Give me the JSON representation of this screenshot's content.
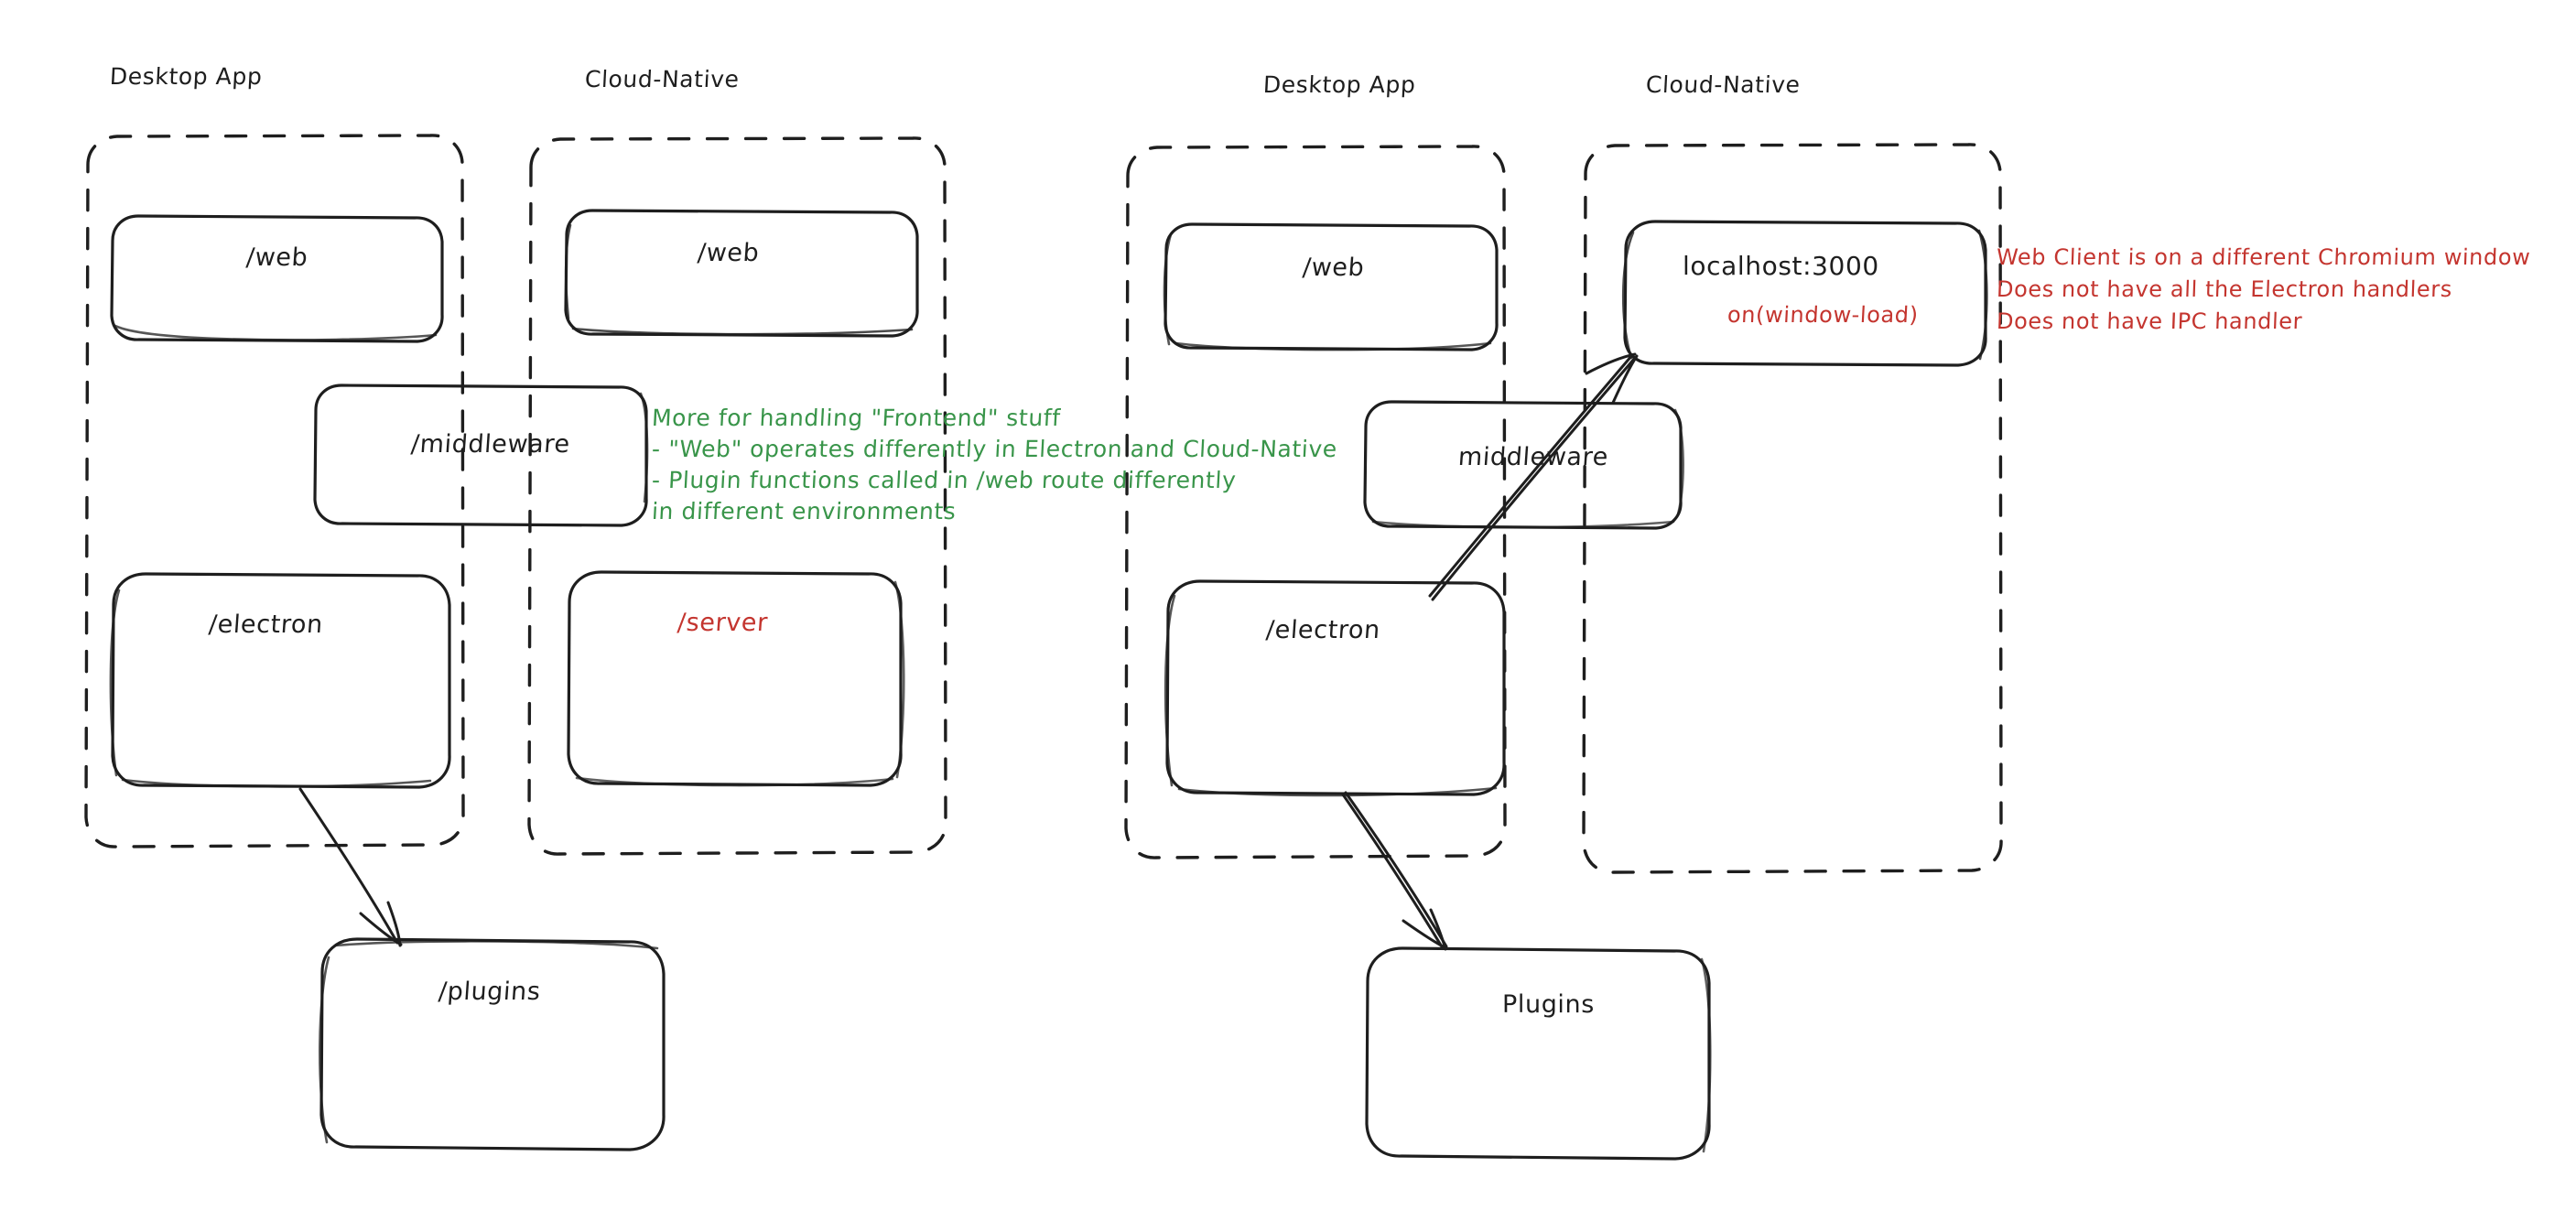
{
  "diagram": {
    "title": "Electron vs Cloud-Native architecture sketch",
    "style": "hand-drawn-excalidraw",
    "background": "#ffffff",
    "colors": {
      "ink": "#1e1e1e",
      "green": "#39954a",
      "red": "#c4352f"
    },
    "left_panel": {
      "groups": [
        {
          "id": "left-desktop",
          "title": "Desktop App"
        },
        {
          "id": "left-cloud",
          "title": "Cloud-Native"
        }
      ],
      "nodes": [
        {
          "id": "left-desktop-web",
          "label": "/web",
          "color": "ink"
        },
        {
          "id": "left-cloud-web",
          "label": "/web",
          "color": "ink"
        },
        {
          "id": "left-middleware",
          "label": "/middleware",
          "color": "ink"
        },
        {
          "id": "left-electron",
          "label": "/electron",
          "color": "ink"
        },
        {
          "id": "left-server",
          "label": "/server",
          "color": "red"
        },
        {
          "id": "left-plugins",
          "label": "/plugins",
          "color": "ink"
        }
      ],
      "note_green": [
        "More for handling \"Frontend\" stuff",
        "- \"Web\" operates differently in Electron and Cloud-Native",
        "- Plugin functions called in /web route differently",
        "in different environments"
      ],
      "arrows": [
        {
          "from": "left-electron",
          "to": "left-plugins"
        }
      ]
    },
    "right_panel": {
      "groups": [
        {
          "id": "right-desktop",
          "title": "Desktop App"
        },
        {
          "id": "right-cloud",
          "title": "Cloud-Native"
        }
      ],
      "nodes": [
        {
          "id": "right-desktop-web",
          "label": "/web",
          "color": "ink"
        },
        {
          "id": "right-localhost",
          "label": "localhost:3000",
          "sub_label": "on(window-load)",
          "color": "ink",
          "sub_color": "red"
        },
        {
          "id": "right-middleware",
          "label": "middleware",
          "color": "ink"
        },
        {
          "id": "right-electron",
          "label": "/electron",
          "color": "ink"
        },
        {
          "id": "right-plugins",
          "label": "Plugins",
          "color": "ink"
        }
      ],
      "note_red": [
        "Web Client is on a different Chromium window",
        "Does not have all the Electron handlers",
        "Does not have IPC handler"
      ],
      "arrows": [
        {
          "from": "right-electron",
          "to": "right-localhost"
        },
        {
          "from": "right-electron",
          "to": "right-plugins"
        }
      ]
    }
  }
}
